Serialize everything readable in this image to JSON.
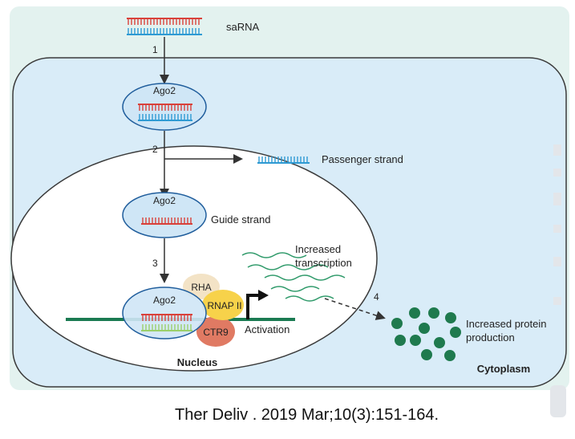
{
  "labels": {
    "sarna": "saRNA",
    "ago2_top": "Ago2",
    "ago2_mid": "Ago2",
    "ago2_bottom": "Ago2",
    "passenger_strand": "Passenger strand",
    "guide_strand": "Guide strand",
    "increased_transcription_line1": "Increased",
    "increased_transcription_line2": "transcription",
    "rha": "RHA",
    "rnap_ii": "RNAP II",
    "ctr9": "CTR9",
    "activation": "Activation",
    "nucleus": "Nucleus",
    "cytoplasm": "Cytoplasm",
    "increased_protein_line1": "Increased protein",
    "increased_protein_line2": "production"
  },
  "steps": {
    "s1": "1",
    "s2": "2",
    "s3": "3",
    "s4": "4"
  },
  "citation": "Ther Deliv . 2019 Mar;10(3):151-164.",
  "colors": {
    "outer_bg": "#e3f2ef",
    "cell_bg": "#d9ecf8",
    "nucleus_bg": "#ffffff",
    "ago2_fill": "#cfe6f6",
    "ago2_stroke": "#1f5d9c",
    "red_strand": "#d9413a",
    "blue_strand": "#2e9ad3",
    "green_strand": "#9bd06b",
    "dna": "#1a7a52",
    "mrna": "#2f9a6a",
    "protein": "#1f7a4e",
    "rha": "#f3e3c6",
    "rnap": "#f7d24a",
    "ctr9": "#e07a63"
  }
}
